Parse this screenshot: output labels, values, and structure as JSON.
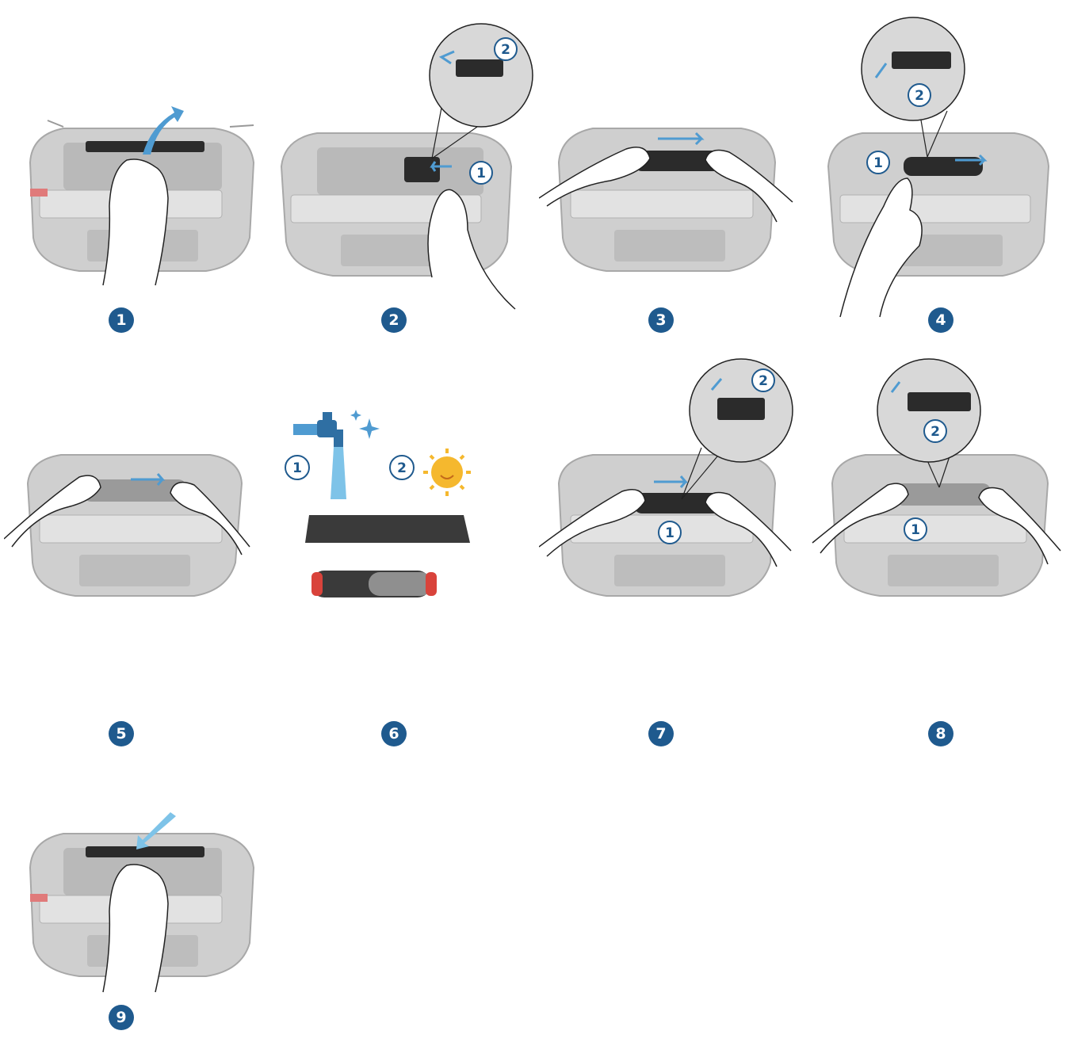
{
  "steps": [
    {
      "number": "1",
      "scene": "lift-brush-guard"
    },
    {
      "number": "2",
      "scene": "press-release-tab",
      "callouts": [
        "2",
        "1"
      ]
    },
    {
      "number": "3",
      "scene": "slide-brush-out"
    },
    {
      "number": "4",
      "scene": "release-second-tab",
      "callouts": [
        "2",
        "1"
      ]
    },
    {
      "number": "5",
      "scene": "slide-brush-back"
    },
    {
      "number": "6",
      "scene": "wash-and-dry",
      "callouts": [
        "1",
        "2"
      ]
    },
    {
      "number": "7",
      "scene": "insert-brush",
      "callouts": [
        "2",
        "1"
      ]
    },
    {
      "number": "8",
      "scene": "insert-brush-second-end",
      "callouts": [
        "2",
        "1"
      ]
    },
    {
      "number": "9",
      "scene": "reinstall-guard"
    }
  ],
  "colors": {
    "accent": "#1f5a8e",
    "arrow": "#4f9bd1",
    "robot": "#c9c9c9",
    "robot_dark": "#9a9a9a",
    "part_black": "#2b2b2b",
    "brush_red": "#d9433b",
    "sun": "#f5b82e",
    "water": "#7ec3e8"
  }
}
